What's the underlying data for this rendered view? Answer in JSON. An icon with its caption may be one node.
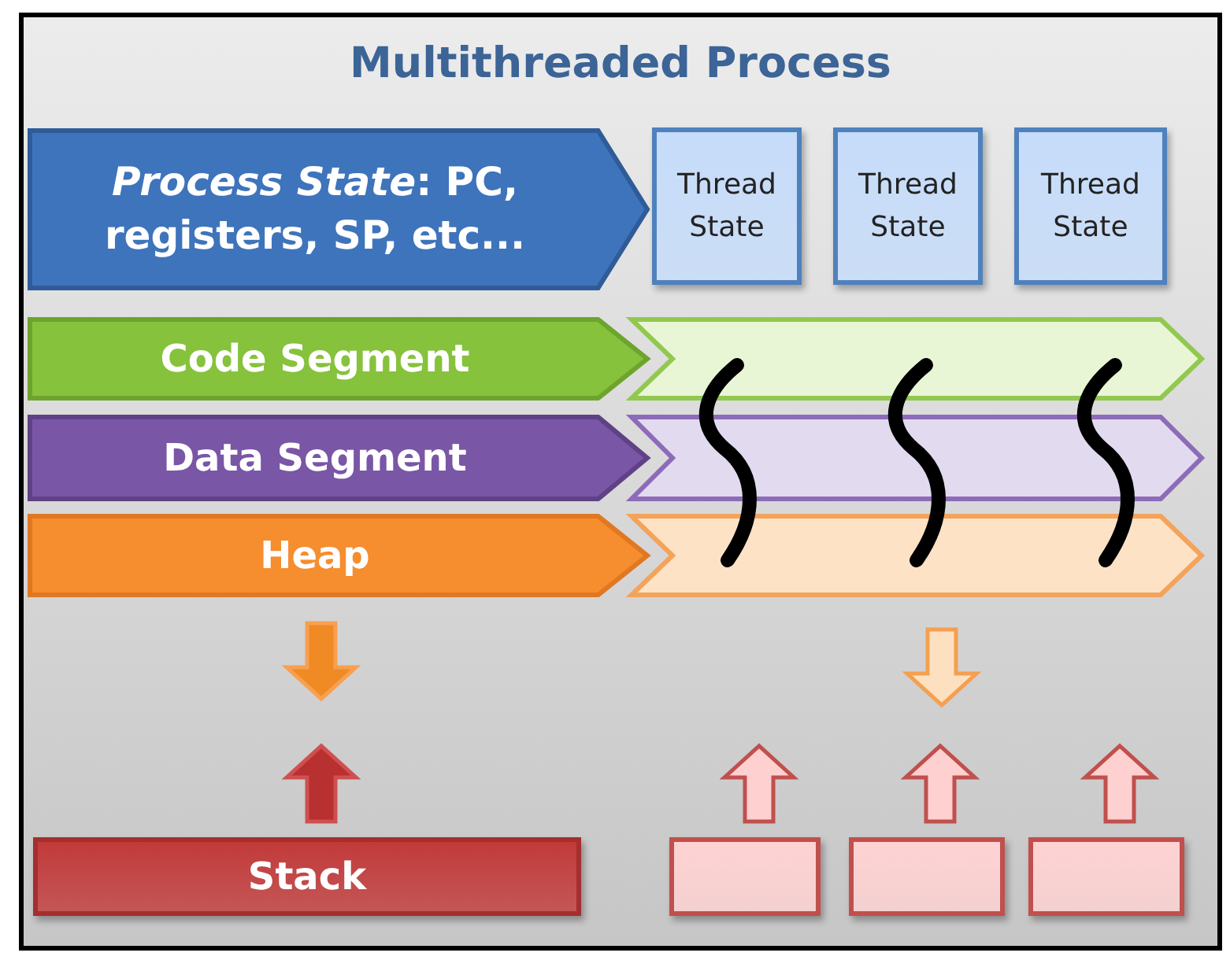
{
  "diagram": {
    "nodes": [
      {
        "text": [
          "Multithreaded Process"
        ]
      },
      {
        "text": [
          "*Process State*: PC, registers, SP, etc..."
        ],
        "in": 0
      },
      {
        "text": [
          "Thread State"
        ],
        "in": 0
      },
      {
        "text": [
          "Thread State"
        ],
        "in": 0
      },
      {
        "text": [
          "Thread State"
        ],
        "in": 0
      },
      {
        "text": [
          "Code Segment"
        ],
        "in": 0
      },
      {
        "text": [
          "Data Segment"
        ],
        "in": 0
      },
      {
        "text": [
          "Heap"
        ],
        "in": 0
      },
      {
        "text": [],
        "shape": "chevron",
        "in": 0
      },
      {
        "text": [],
        "shape": "chevron",
        "in": 0
      },
      {
        "text": [],
        "shape": "chevron",
        "in": 0
      },
      {
        "text": [
          "Stack"
        ],
        "in": 0
      },
      {
        "text": [],
        "shape": "box",
        "in": 0
      },
      {
        "text": [],
        "shape": "box",
        "in": 0
      },
      {
        "text": [],
        "shape": "box",
        "in": 0
      }
    ]
  }
}
